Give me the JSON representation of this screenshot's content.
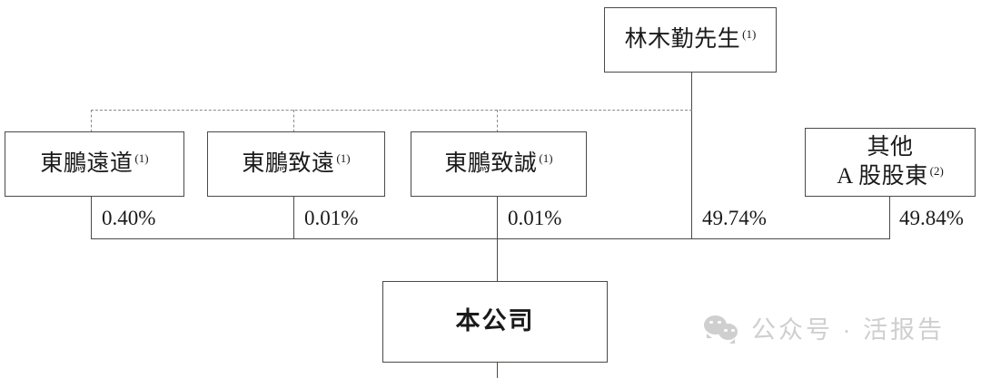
{
  "diagram": {
    "type": "org-shareholding-chart",
    "nodes": {
      "chairman": {
        "label": "林木勤先生",
        "note": "(1)"
      },
      "sub1": {
        "label": "東鵬遠道",
        "note": "(1)"
      },
      "sub2": {
        "label": "東鵬致遠",
        "note": "(1)"
      },
      "sub3": {
        "label": "東鵬致誠",
        "note": "(1)"
      },
      "other": {
        "line1": "其他",
        "line2": "A 股股東",
        "note": "(2)"
      },
      "company": {
        "label": "本公司"
      }
    },
    "edges": [
      {
        "from": "sub1",
        "to": "company",
        "percent": "0.40%"
      },
      {
        "from": "sub2",
        "to": "company",
        "percent": "0.01%"
      },
      {
        "from": "sub3",
        "to": "company",
        "percent": "0.01%"
      },
      {
        "from": "chairman",
        "to": "company",
        "percent": "49.74%"
      },
      {
        "from": "other",
        "to": "company",
        "percent": "49.84%"
      }
    ],
    "percentages": {
      "p1": "0.40%",
      "p2": "0.01%",
      "p3": "0.01%",
      "p4": "49.74%",
      "p5": "49.84%"
    },
    "colors": {
      "line_solid": "#4a4a48",
      "line_dashed": "#8a8a88",
      "text": "#1a1a1a",
      "background": "#ffffff",
      "watermark": "#cfcfcf"
    }
  },
  "watermark": {
    "text": "公众号 · 活报告",
    "icon": "wechat-icon"
  }
}
